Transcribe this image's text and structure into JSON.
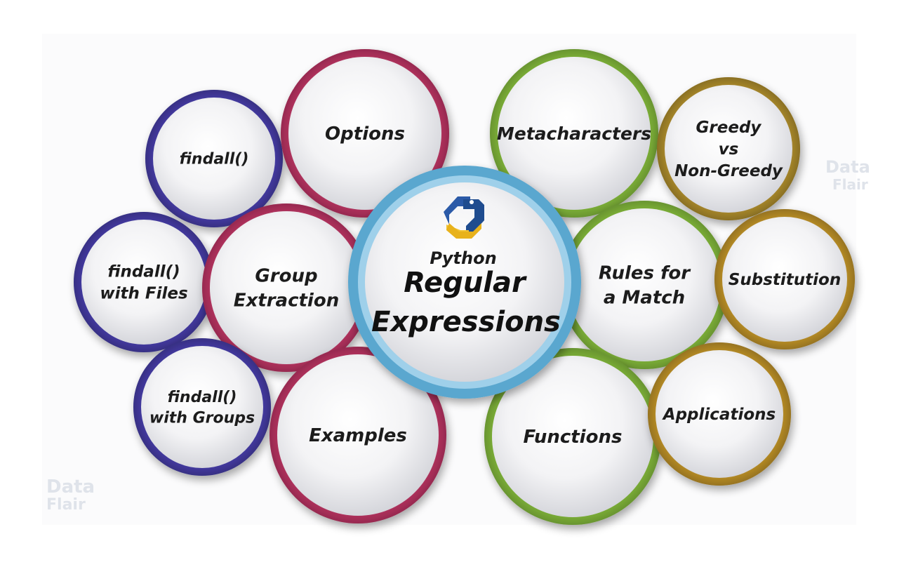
{
  "diagram": {
    "center": {
      "subtitle": "Python",
      "title_line1": "Regular",
      "title_line2": "Expressions",
      "ring_color": "#5aa7cf",
      "logo": "python-logo-icon"
    },
    "bubbles": [
      {
        "id": "findall",
        "lines": [
          "findall()"
        ],
        "ring_color": "#4a3fb0"
      },
      {
        "id": "options",
        "lines": [
          "Options"
        ],
        "ring_color": "#c9386a"
      },
      {
        "id": "metacharacters",
        "lines": [
          "Metacharacters"
        ],
        "ring_color": "#8cc63f"
      },
      {
        "id": "greedy",
        "lines": [
          "Greedy",
          "vs",
          "Non-Greedy"
        ],
        "ring_color": "#b8952f"
      },
      {
        "id": "findall-files",
        "lines": [
          "findall()",
          "with Files"
        ],
        "ring_color": "#4a3fb0"
      },
      {
        "id": "group-extraction",
        "lines": [
          "Group",
          "Extraction"
        ],
        "ring_color": "#c9386a"
      },
      {
        "id": "rules-match",
        "lines": [
          "Rules for",
          "a Match"
        ],
        "ring_color": "#8cc63f"
      },
      {
        "id": "substitution",
        "lines": [
          "Substitution"
        ],
        "ring_color": "#c99a2a"
      },
      {
        "id": "findall-groups",
        "lines": [
          "findall()",
          "with Groups"
        ],
        "ring_color": "#4a3fb0"
      },
      {
        "id": "examples",
        "lines": [
          "Examples"
        ],
        "ring_color": "#c9386a"
      },
      {
        "id": "functions",
        "lines": [
          "Functions"
        ],
        "ring_color": "#8cc63f"
      },
      {
        "id": "applications",
        "lines": [
          "Applications"
        ],
        "ring_color": "#c99a2a"
      }
    ],
    "watermark": {
      "line1": "Data",
      "line2": "Flair"
    }
  }
}
